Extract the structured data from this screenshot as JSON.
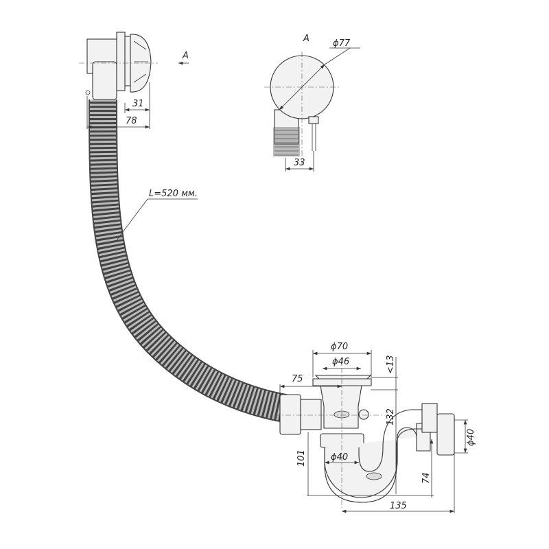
{
  "drawing": {
    "section_marker": "A",
    "view_title": "A",
    "overflow_dims": {
      "depth_front": "31",
      "depth_total": "78"
    },
    "view_a_dims": {
      "diameter": "ϕ77",
      "offset": "33"
    },
    "hose_length": "L=520 мм.",
    "siphon_dims": {
      "plug_outer_diameter": "ϕ70",
      "plug_inner_diameter": "ϕ46",
      "plug_height": "<13",
      "inlet_offset": "75",
      "total_height": "132",
      "trap_height": "101",
      "trap_diameter": "ϕ40",
      "outlet_height": "74",
      "outlet_offset": "135",
      "outlet_diameter": "ϕ40"
    }
  },
  "colors": {
    "line": "#333333",
    "fill": "#f2f2f2",
    "hose": "#555555"
  }
}
